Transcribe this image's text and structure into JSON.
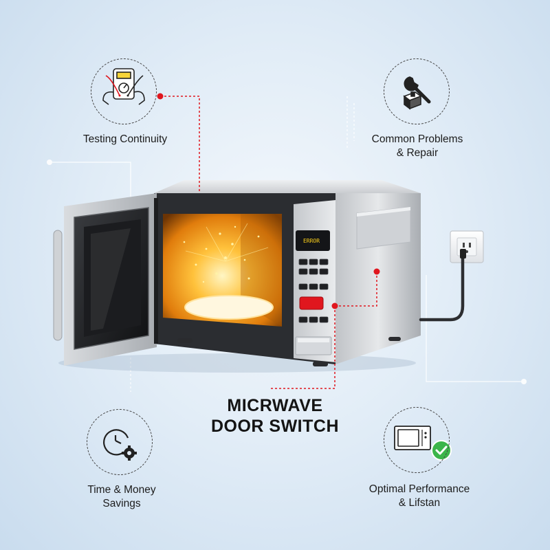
{
  "title": {
    "line1": "MICRWAVE",
    "line2": "DOOR SWITCH"
  },
  "features": [
    {
      "id": "testing",
      "label": [
        "Testing Continuity"
      ],
      "icon": "multimeter-icon"
    },
    {
      "id": "problems",
      "label": [
        "Common Problems",
        "& Repair"
      ],
      "icon": "wrench-icon"
    },
    {
      "id": "savings",
      "label": [
        "Time & Money",
        "Savings"
      ],
      "icon": "clock-gear-icon"
    },
    {
      "id": "performance",
      "label": [
        "Optimal Performance",
        "& Lifstan"
      ],
      "icon": "microwave-check-icon"
    }
  ],
  "display": {
    "text": "ERROR"
  },
  "colors": {
    "accent": "#e0161e",
    "check": "#3bb54a",
    "lcd_text": "#ffd21a",
    "oven_glow": "#ffb21a"
  }
}
